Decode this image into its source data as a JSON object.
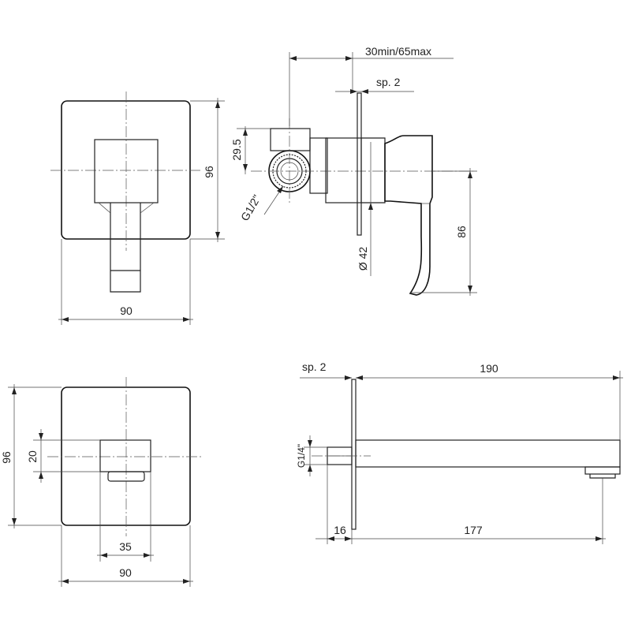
{
  "views": {
    "front_mixer": {
      "width_label": "90",
      "height_label": "96"
    },
    "side_mixer": {
      "depth_label": "30min/65max",
      "plate_label": "sp. 2",
      "offset_label": "29.5",
      "thread_label": "G1/2\"",
      "diameter_label": "Ø 42",
      "lever_label": "86"
    },
    "front_spout": {
      "height_label": "96",
      "spout_h_label": "20",
      "spout_w_label": "35",
      "width_label": "90"
    },
    "side_spout": {
      "plate_label": "sp. 2",
      "length_label": "190",
      "thread_label": "G1/4\"",
      "base_label": "16",
      "reach_label": "177"
    }
  }
}
